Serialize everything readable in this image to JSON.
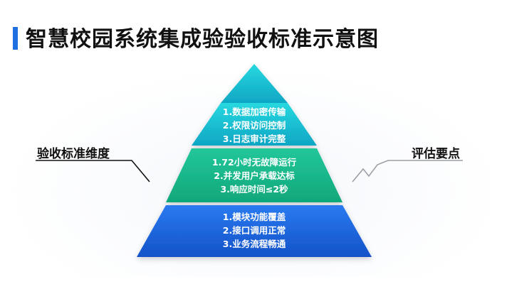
{
  "title": "智慧校园系统集成验验收标准示意图",
  "left_label": "验收标准维度",
  "right_label": "评估要点",
  "tiers": [
    {
      "lines": [
        "1.数据加密传输",
        "2.权限访问控制",
        "3.日志审计完整"
      ],
      "color_top": "#27d8e0",
      "color_bottom": "#0fa6c4"
    },
    {
      "lines": [
        "1.72小时无故障运行",
        "2.并发用户承载达标",
        "3.响应时间≤2秒"
      ],
      "color_top": "#22c79a",
      "color_bottom": "#10a77a"
    },
    {
      "lines": [
        "1.模块功能覆盖",
        "2.接口调用正常",
        "3.业务流程畅通"
      ],
      "color_top": "#2a7af0",
      "color_bottom": "#1452c8"
    }
  ],
  "colors": {
    "accent": "#1e6fe0",
    "leader_line": "#111111",
    "zigzag": "#9aa0a6"
  }
}
